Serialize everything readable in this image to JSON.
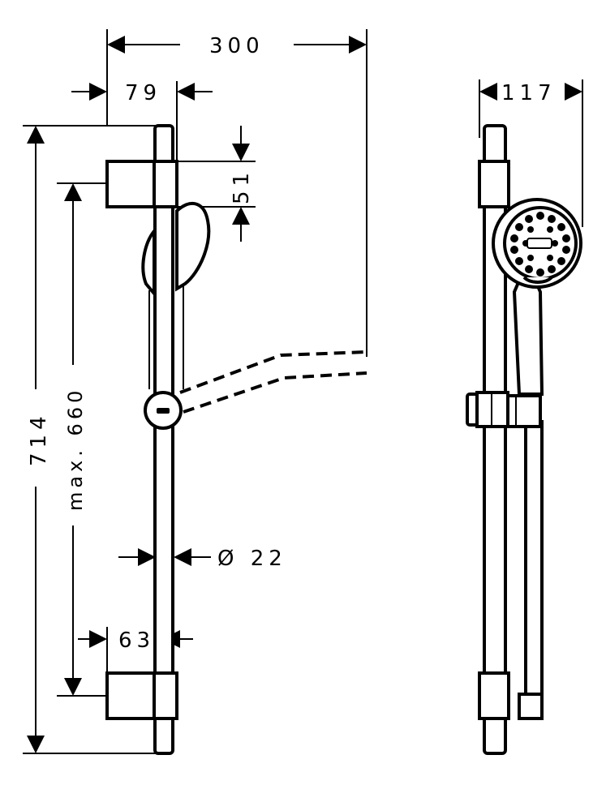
{
  "dimensions": {
    "total_width": "300",
    "holder_width": "79",
    "holder_height": "51",
    "side_depth": "117",
    "overall_length": "714",
    "max_travel": "max. 660",
    "bar_diameter": "Ø 22",
    "bottom_holder_width": "63"
  }
}
